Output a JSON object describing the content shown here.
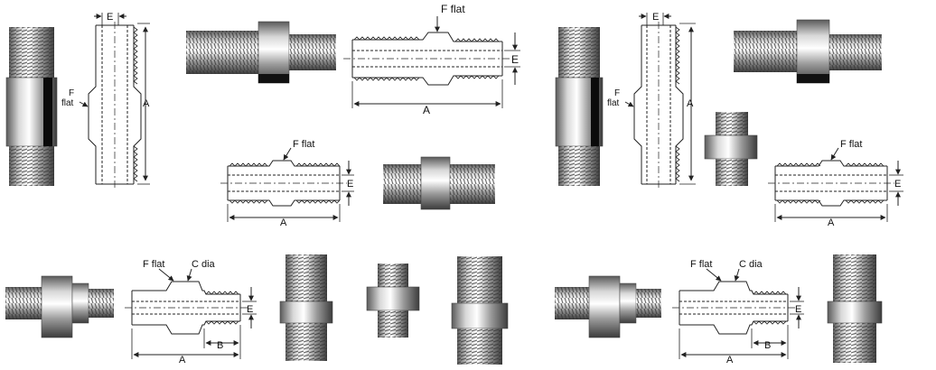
{
  "labels": {
    "a": "A",
    "b": "B",
    "e": "E",
    "f_flat": "F flat",
    "f": "F",
    "flat": "flat",
    "c_dia": "C dia"
  },
  "colors": {
    "metal_light": "#f2f2f2",
    "metal_mid": "#b9b9b9",
    "metal_dark": "#3a3a3a",
    "line": "#222222",
    "background": "#ffffff"
  }
}
